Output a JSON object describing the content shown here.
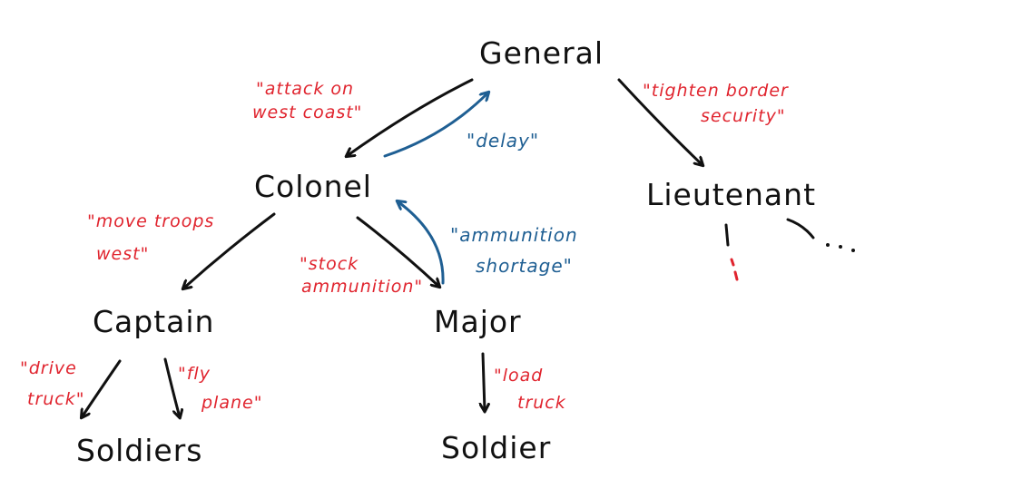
{
  "colors": {
    "command_ink": "#111111",
    "order_ink": "#e0242e",
    "feedback_ink": "#1f5f93",
    "background": "#ffffff"
  },
  "nodes": {
    "general": "General",
    "colonel": "Colonel",
    "lieutenant": "Lieutenant",
    "captain": "Captain",
    "major": "Major",
    "soldiers": "Soldiers",
    "soldier": "Soldier"
  },
  "orders": {
    "attack_line1": "\"attack on",
    "attack_line2": "west coast\"",
    "border_line1": "\"tighten border",
    "border_line2": "security\"",
    "move_line1": "\"move troops",
    "move_line2": "west\"",
    "stock_line1": "\"stock",
    "stock_line2": "ammunition\"",
    "drive_line1": "\"drive",
    "drive_line2": "truck\"",
    "fly_line1": "\"fly",
    "fly_line2": "plane\"",
    "load_line1": "\"load",
    "load_line2": "truck"
  },
  "feedback": {
    "delay": "\"delay\"",
    "shortage_line1": "\"ammunition",
    "shortage_line2": "shortage\""
  }
}
